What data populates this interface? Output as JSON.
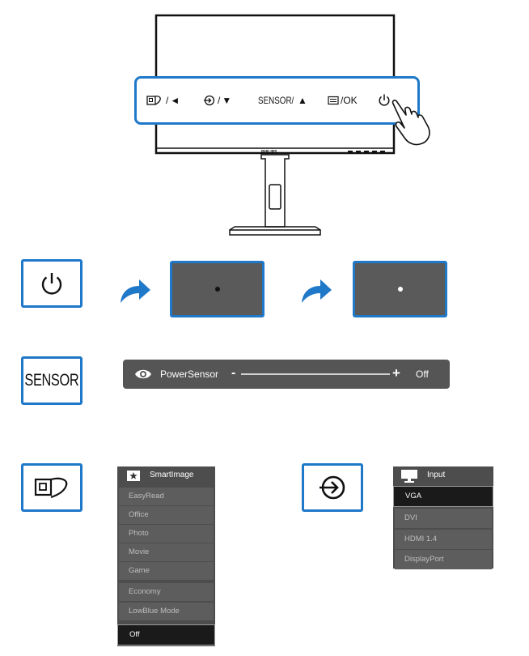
{
  "monitor": {
    "brand": "PHILIPS",
    "buttons": [
      {
        "icon": "smartimage-icon",
        "symbol": "◄",
        "label": ""
      },
      {
        "icon": "input-icon",
        "symbol": "▼",
        "label": ""
      },
      {
        "icon": "",
        "symbol": "▲",
        "label": "SENSOR/"
      },
      {
        "icon": "menu-icon",
        "symbol": "",
        "label": "/OK"
      },
      {
        "icon": "power-icon",
        "symbol": "",
        "label": ""
      }
    ]
  },
  "sensor_key": {
    "label": "SENSOR"
  },
  "powersensor_bar": {
    "label": "PowerSensor",
    "minus": "-",
    "plus": "+",
    "value": "Off"
  },
  "smartimage_menu": {
    "title": "SmartImage",
    "items": [
      "EasyRead",
      "Office",
      "Photo",
      "Movie",
      "Game",
      "Economy",
      "LowBlue Mode",
      "Off"
    ],
    "selected": "Off"
  },
  "input_menu": {
    "title": "Input",
    "items": [
      "VGA",
      "DVI",
      "HDMI 1.4",
      "DisplayPort"
    ],
    "selected": "VGA"
  },
  "colors": {
    "accent": "#1f78c8",
    "panel": "#5a5a5a",
    "menu_bg": "#4d4d4d",
    "selected_bg": "#1a1a1a"
  }
}
